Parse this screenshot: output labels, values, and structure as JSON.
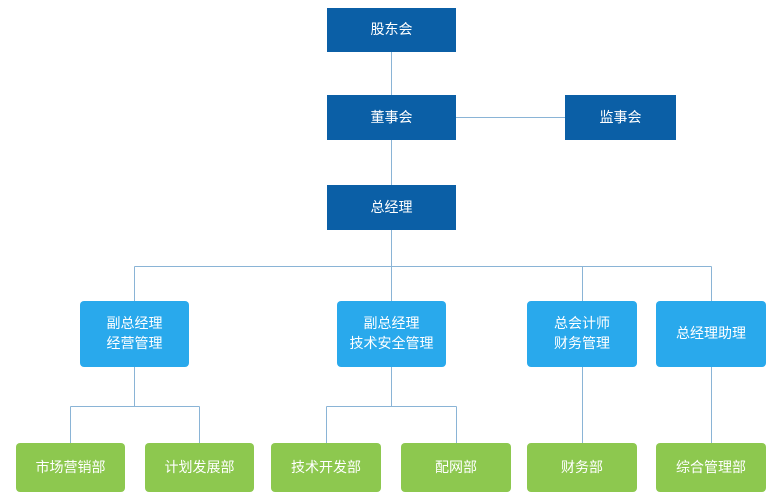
{
  "diagram": {
    "colors": {
      "top_level": "#0b5fa6",
      "management": "#29a9ec",
      "department": "#8dc84f",
      "connector": "#8ab4d6"
    },
    "nodes": {
      "shareholders": {
        "lines": [
          "股东会"
        ]
      },
      "board": {
        "lines": [
          "董事会"
        ]
      },
      "supervisors": {
        "lines": [
          "监事会"
        ]
      },
      "gm": {
        "lines": [
          "总经理"
        ]
      },
      "vp_business": {
        "lines": [
          "副总经理",
          "经营管理"
        ]
      },
      "vp_tech": {
        "lines": [
          "副总经理",
          "技术安全管理"
        ]
      },
      "cfo": {
        "lines": [
          "总会计师",
          "财务管理"
        ]
      },
      "gm_assistant": {
        "lines": [
          "总经理助理"
        ]
      },
      "marketing": {
        "lines": [
          "市场营销部"
        ]
      },
      "planning": {
        "lines": [
          "计划发展部"
        ]
      },
      "tech_dev": {
        "lines": [
          "技术开发部"
        ]
      },
      "distribution": {
        "lines": [
          "配网部"
        ]
      },
      "finance": {
        "lines": [
          "财务部"
        ]
      },
      "admin": {
        "lines": [
          "综合管理部"
        ]
      }
    }
  }
}
